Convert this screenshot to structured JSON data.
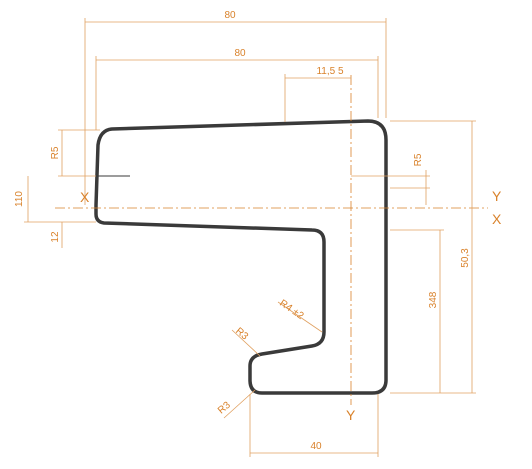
{
  "colors": {
    "profile": "#3a3a3a",
    "dimension": "#d9822b",
    "background": "#ffffff"
  },
  "dimensions": {
    "overall_width_top": "80",
    "overall_width_second": "80",
    "offset_top": "11,5 5",
    "radius_top_left": "R5",
    "radius_top_right": "R5",
    "height_left_110": "110",
    "height_left_12": "12",
    "radius_inner": "R4 ±2",
    "radius_lower_1": "R3",
    "radius_lower_2": "R3",
    "height_348": "348",
    "height_50_3": "50,3",
    "bottom_width": "40"
  },
  "axes": {
    "x_left": "X",
    "x_right": "X",
    "y_right": "Y",
    "y_bottom": "Y"
  }
}
